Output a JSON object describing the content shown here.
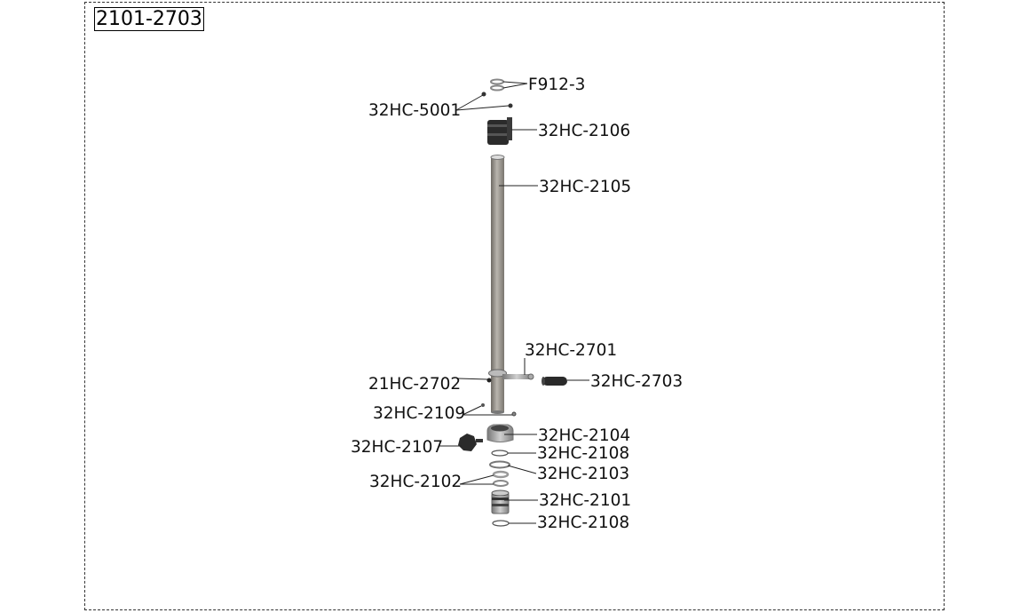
{
  "title": "2101-2703",
  "callouts": {
    "f912_3": "F912-3",
    "hc5001": "32HC-5001",
    "hc2106": "32HC-2106",
    "hc2105": "32HC-2105",
    "hc2701": "32HC-2701",
    "hc2702": "21HC-2702",
    "hc2703": "32HC-2703",
    "hc2109": "32HC-2109",
    "hc2104": "32HC-2104",
    "hc2107": "32HC-2107",
    "hc2108a": "32HC-2108",
    "hc2103": "32HC-2103",
    "hc2102": "32HC-2102",
    "hc2101": "32HC-2101",
    "hc2108b": "32HC-2108"
  }
}
